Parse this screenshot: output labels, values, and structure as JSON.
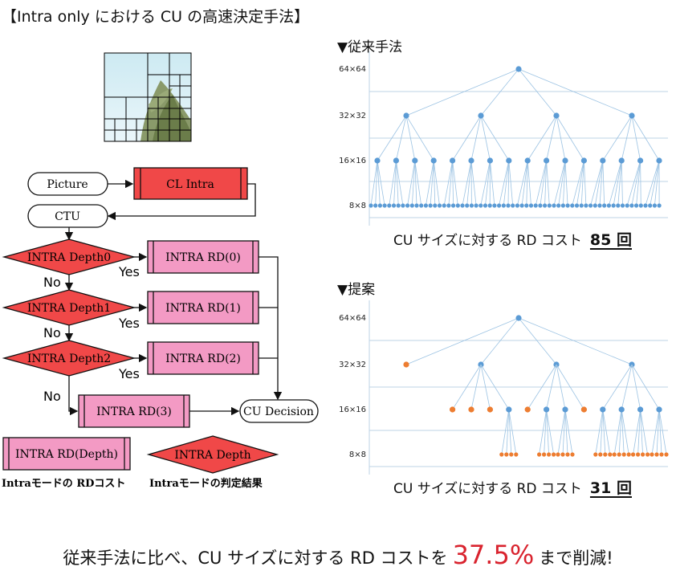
{
  "title": "【Intra only における CU の高速決定手法】",
  "flowchart": {
    "picture": "Picture",
    "cl_intra": "CL Intra",
    "ctu": "CTU",
    "depth0": "INTRA Depth0",
    "depth1": "INTRA Depth1",
    "depth2": "INTRA Depth2",
    "rd0": "INTRA RD(0)",
    "rd1": "INTRA RD(1)",
    "rd2": "INTRA RD(2)",
    "rd3": "INTRA RD(3)",
    "cu_decision": "CU Decision",
    "yes": "Yes",
    "no": "No"
  },
  "legend": {
    "rd_box": "INTRA RD(Depth)",
    "rd_caption": "Intraモードの RDコスト",
    "depth_box": "INTRA Depth",
    "depth_caption": "Intraモードの判定結果"
  },
  "conventional": {
    "heading": "▼従来手法",
    "caption": "CU サイズに対する RD コスト",
    "count": "85 回"
  },
  "proposed": {
    "heading": "▼提案",
    "caption": "CU サイズに対する RD コスト",
    "count": "31 回"
  },
  "tree_levels": [
    "64×64",
    "32×32",
    "16×16",
    "8×8"
  ],
  "colors": {
    "blue_node": "#5b9bd5",
    "orange_node": "#ed7d31",
    "red": "#f04848",
    "pink": "#f39ac4",
    "accent": "#d9232e"
  },
  "bottom": {
    "before": "従来手法に比べ、CU サイズに対する RD コストを",
    "percent": "37.5%",
    "after": "まで削減!"
  }
}
